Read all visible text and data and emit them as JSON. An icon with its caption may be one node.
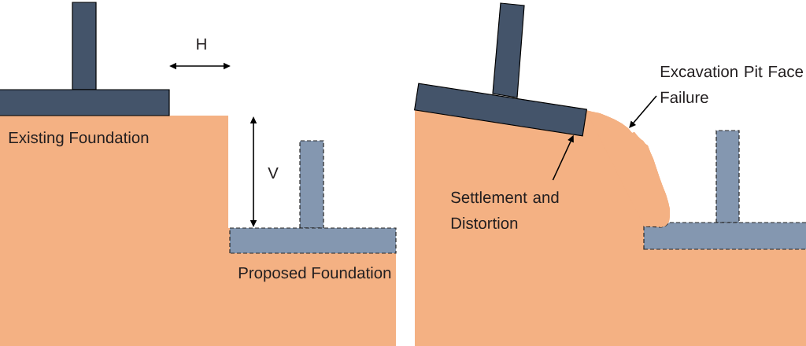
{
  "diagram": {
    "nodes": [
      {
        "text": [],
        "shape": "box"
      },
      {
        "text": [
          "Excavation Pit Face Failure"
        ]
      },
      {
        "text": [],
        "shape": "picture"
      },
      {
        "text": [
          "Settlement and Distortion"
        ]
      }
    ],
    "edges": [
      {
        "from": 1,
        "to": 2,
        "arrow": "to"
      },
      {
        "from": 3,
        "to": 0,
        "arrow": "to"
      }
    ],
    "labels": [
      "H",
      "Existing Foundation",
      "V",
      "Proposed Foundation"
    ]
  }
}
